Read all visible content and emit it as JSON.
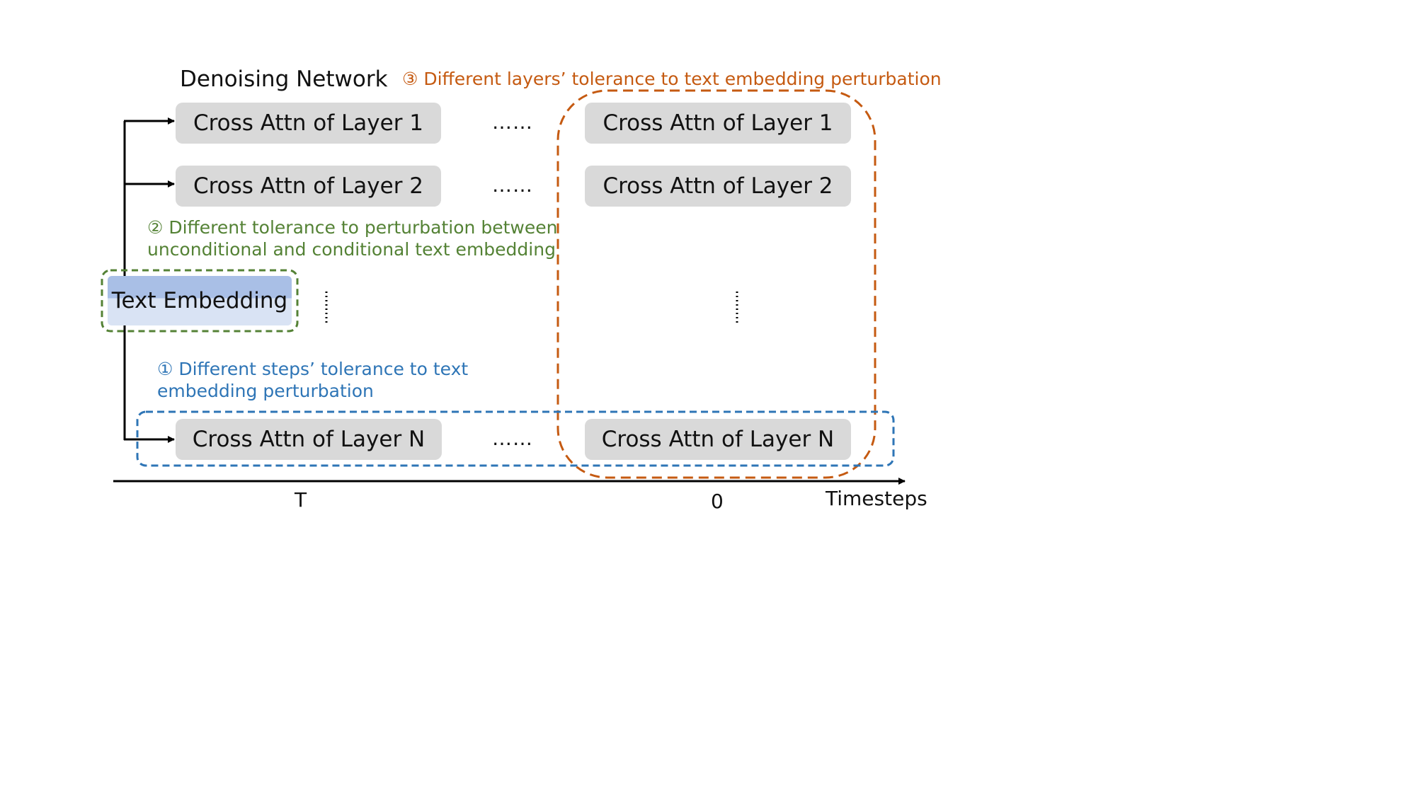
{
  "title": "Denoising Network",
  "annotations": {
    "layers": "③ Different layers’ tolerance to text embedding perturbation",
    "cond_line1": "② Different tolerance to perturbation between",
    "cond_line2": "unconditional and conditional text embedding",
    "steps_line1": "① Different steps’ tolerance to text",
    "steps_line2": "embedding perturbation"
  },
  "left_column": {
    "layer1": "Cross Attn of Layer 1",
    "layer2": "Cross Attn of Layer 2",
    "layerN": "Cross Attn of Layer N"
  },
  "right_column": {
    "layer1": "Cross Attn of Layer 1",
    "layer2": "Cross Attn of Layer 2",
    "layerN": "Cross Attn of Layer N"
  },
  "text_embedding": "Text Embedding",
  "ellipsis": "……",
  "axis": {
    "start": "T",
    "end": "0",
    "label": "Timesteps"
  },
  "colors": {
    "orange": "#c55a11",
    "green": "#548235",
    "blue": "#2e75b6",
    "box_gray": "#d9d9d9"
  }
}
